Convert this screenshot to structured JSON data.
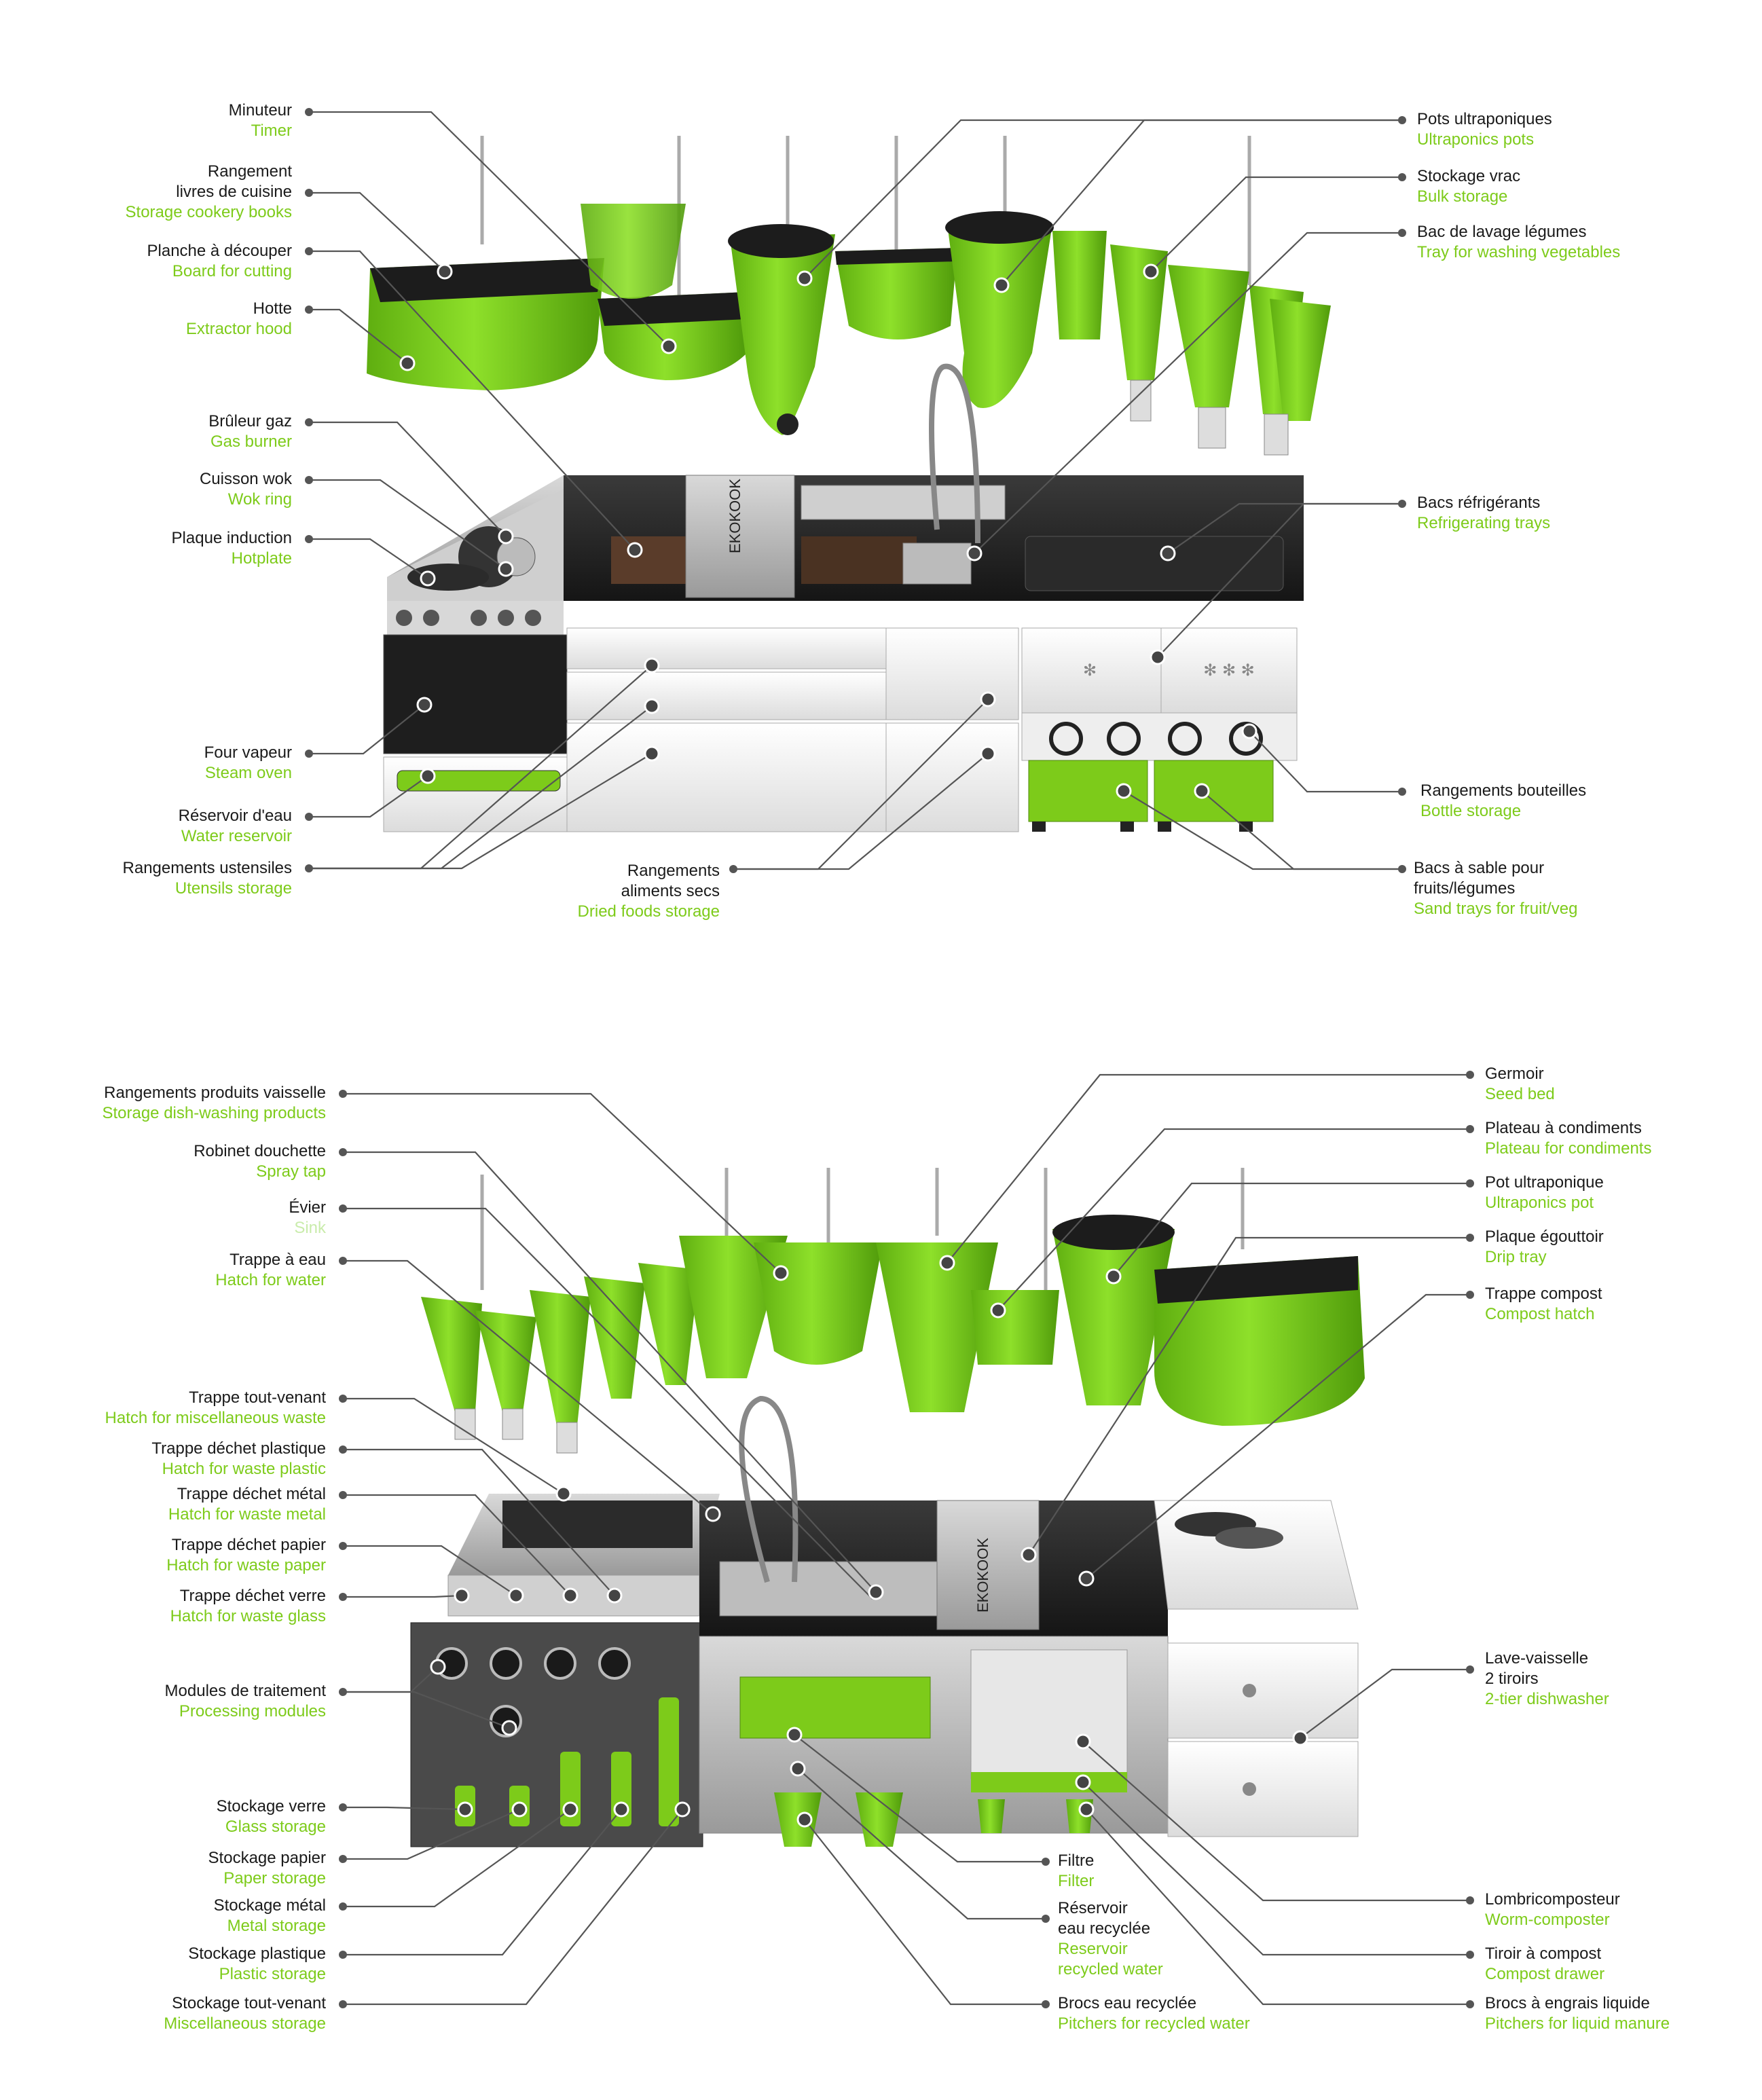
{
  "colors": {
    "accent": "#7dcb1a",
    "accent_faint": "#c9ecab",
    "line": "#555555",
    "text": "#1a1a1a"
  },
  "top": {
    "left": [
      {
        "fr": [
          "Minuteur"
        ],
        "en": [
          "Timer"
        ]
      },
      {
        "fr": [
          "Rangement",
          "livres de cuisine"
        ],
        "en": [
          "Storage cookery books"
        ]
      },
      {
        "fr": [
          "Planche à découper"
        ],
        "en": [
          "Board for cutting"
        ]
      },
      {
        "fr": [
          "Hotte"
        ],
        "en": [
          "Extractor hood"
        ]
      },
      {
        "fr": [
          "Brûleur gaz"
        ],
        "en": [
          "Gas burner"
        ]
      },
      {
        "fr": [
          "Cuisson wok"
        ],
        "en": [
          "Wok ring"
        ]
      },
      {
        "fr": [
          "Plaque induction"
        ],
        "en": [
          "Hotplate"
        ]
      },
      {
        "fr": [
          "Four vapeur"
        ],
        "en": [
          "Steam oven"
        ]
      },
      {
        "fr": [
          "Réservoir d'eau"
        ],
        "en": [
          "Water reservoir"
        ]
      },
      {
        "fr": [
          "Rangements ustensiles"
        ],
        "en": [
          "Utensils storage"
        ]
      }
    ],
    "center": [
      {
        "fr": [
          "Rangements",
          "aliments secs"
        ],
        "en": [
          "Dried foods storage"
        ]
      }
    ],
    "right": [
      {
        "fr": [
          "Pots ultraponiques"
        ],
        "en": [
          "Ultraponics pots"
        ]
      },
      {
        "fr": [
          "Stockage vrac"
        ],
        "en": [
          "Bulk storage"
        ]
      },
      {
        "fr": [
          "Bac de lavage légumes"
        ],
        "en": [
          "Tray for washing vegetables"
        ]
      },
      {
        "fr": [
          "Bacs réfrigérants"
        ],
        "en": [
          "Refrigerating trays"
        ]
      },
      {
        "fr": [
          "Rangements bouteilles"
        ],
        "en": [
          "Bottle storage"
        ]
      },
      {
        "fr": [
          "Bacs à sable pour",
          "fruits/légumes"
        ],
        "en": [
          "Sand trays for fruit/veg"
        ]
      }
    ]
  },
  "bottom": {
    "left": [
      {
        "fr": [
          "Rangements produits vaisselle"
        ],
        "en": [
          "Storage dish-washing products"
        ]
      },
      {
        "fr": [
          "Robinet douchette"
        ],
        "en": [
          "Spray tap"
        ]
      },
      {
        "fr": [
          "Évier"
        ],
        "en": [
          "Sink"
        ]
      },
      {
        "fr": [
          "Trappe à eau"
        ],
        "en": [
          "Hatch for water"
        ]
      },
      {
        "fr": [
          "Trappe tout-venant"
        ],
        "en": [
          "Hatch for miscellaneous waste"
        ]
      },
      {
        "fr": [
          "Trappe déchet plastique"
        ],
        "en": [
          "Hatch for waste plastic"
        ]
      },
      {
        "fr": [
          "Trappe déchet métal"
        ],
        "en": [
          "Hatch for waste metal"
        ]
      },
      {
        "fr": [
          "Trappe déchet papier"
        ],
        "en": [
          "Hatch for waste paper"
        ]
      },
      {
        "fr": [
          "Trappe déchet verre"
        ],
        "en": [
          "Hatch for waste glass"
        ]
      },
      {
        "fr": [
          "Modules de traitement"
        ],
        "en": [
          "Processing modules"
        ]
      },
      {
        "fr": [
          "Stockage verre"
        ],
        "en": [
          "Glass storage"
        ]
      },
      {
        "fr": [
          "Stockage papier"
        ],
        "en": [
          "Paper storage"
        ]
      },
      {
        "fr": [
          "Stockage métal"
        ],
        "en": [
          "Metal storage"
        ]
      },
      {
        "fr": [
          "Stockage plastique"
        ],
        "en": [
          "Plastic storage"
        ]
      },
      {
        "fr": [
          "Stockage tout-venant"
        ],
        "en": [
          "Miscellaneous storage"
        ]
      }
    ],
    "center": [
      {
        "fr": [
          "Filtre"
        ],
        "en": [
          "Filter"
        ]
      },
      {
        "fr": [
          "Réservoir",
          "eau recyclée"
        ],
        "en": [
          "Reservoir",
          "recycled water"
        ]
      },
      {
        "fr": [
          "Brocs eau recyclée"
        ],
        "en": [
          "Pitchers for recycled water"
        ]
      }
    ],
    "right": [
      {
        "fr": [
          "Germoir"
        ],
        "en": [
          "Seed bed"
        ]
      },
      {
        "fr": [
          "Plateau à condiments"
        ],
        "en": [
          "Plateau for condiments"
        ]
      },
      {
        "fr": [
          "Pot ultraponique"
        ],
        "en": [
          "Ultraponics pot"
        ]
      },
      {
        "fr": [
          "Plaque égouttoir"
        ],
        "en": [
          "Drip tray"
        ]
      },
      {
        "fr": [
          "Trappe compost"
        ],
        "en": [
          "Compost hatch"
        ]
      },
      {
        "fr": [
          "Lave-vaisselle",
          "2 tiroirs"
        ],
        "en": [
          "2-tier dishwasher"
        ]
      },
      {
        "fr": [
          "Lombricomposteur"
        ],
        "en": [
          "Worm-composter"
        ]
      },
      {
        "fr": [
          "Tiroir à compost"
        ],
        "en": [
          "Compost drawer"
        ]
      },
      {
        "fr": [
          "Brocs à engrais liquide"
        ],
        "en": [
          "Pitchers for liquid manure"
        ]
      }
    ]
  },
  "appliance_text": {
    "top_board_brand": "EKOKOOK",
    "bottom_board_brand": "EKOKOOK",
    "fridge_snowflakes_one": "✻",
    "fridge_snowflakes_three": "✻ ✻ ✻"
  }
}
